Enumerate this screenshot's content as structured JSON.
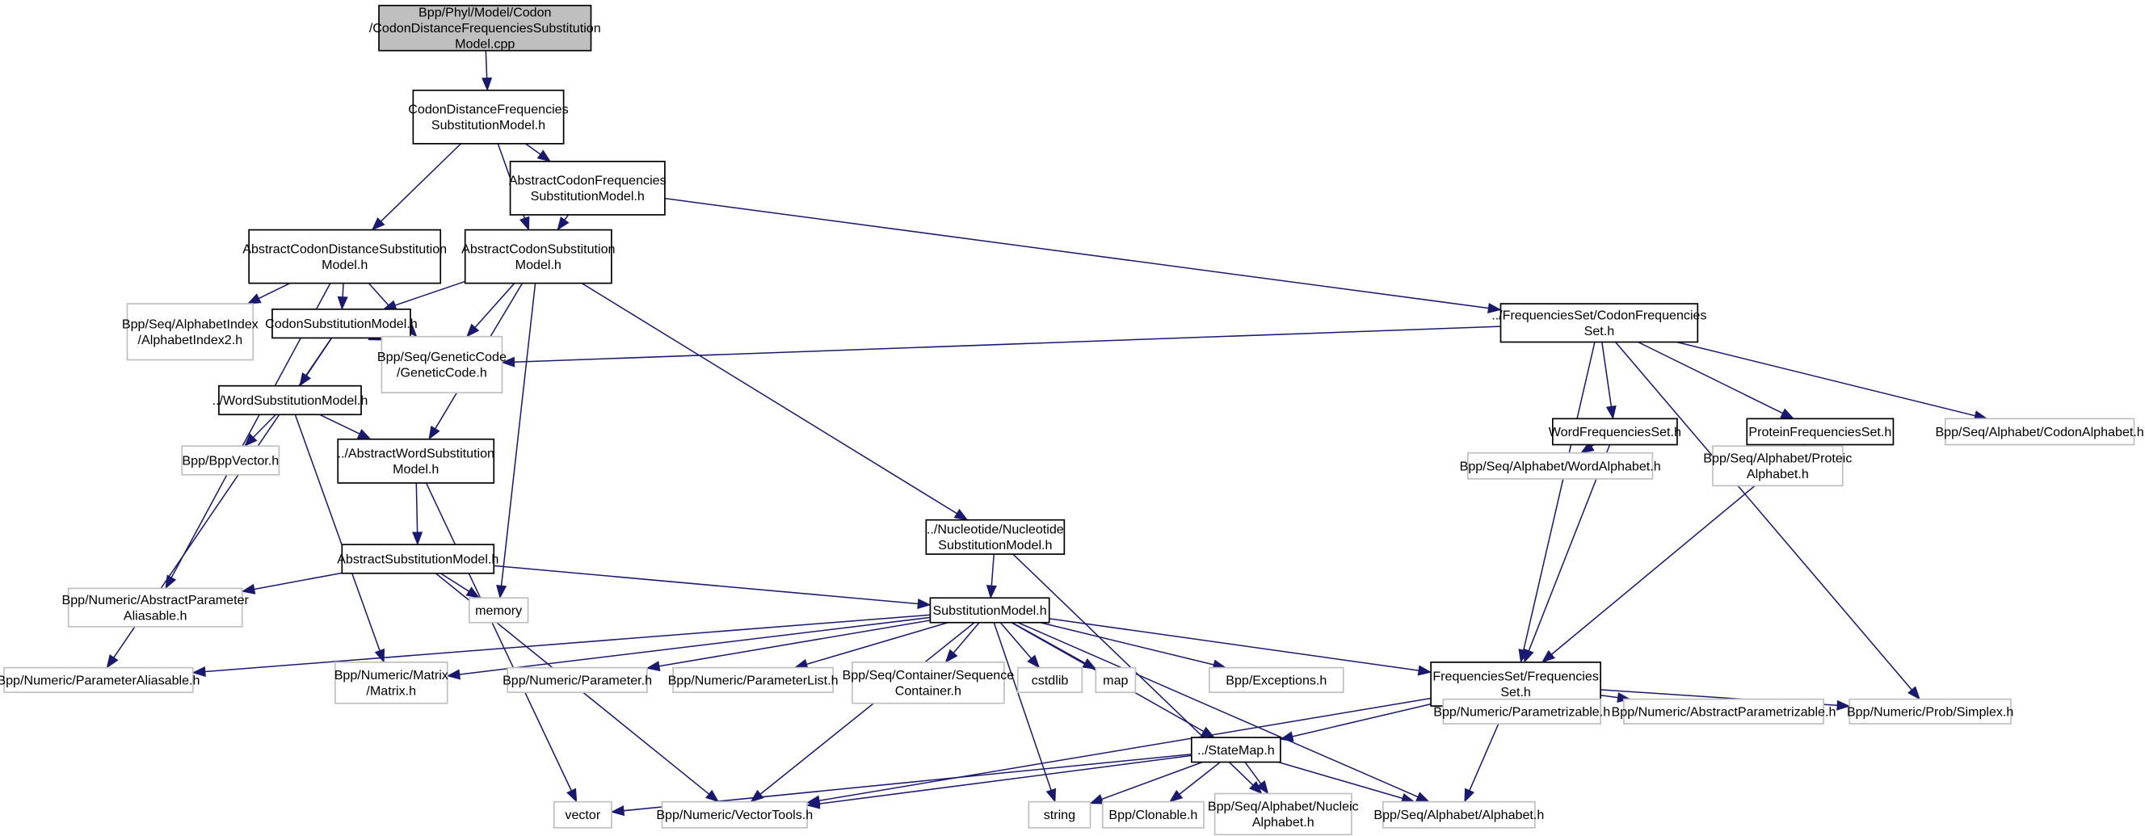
{
  "colors": {
    "edge": "#191970",
    "root_fill": "#bfbfbf",
    "external_border": "#bfbfbf",
    "documented_border": "#000000"
  },
  "nodes": [
    {
      "id": "root",
      "style": "root",
      "lines": [
        "Bpp/Phyl/Model/Codon",
        "/CodonDistanceFrequenciesSubstitution",
        "Model.cpp"
      ]
    },
    {
      "id": "cdfsm",
      "style": "doc",
      "lines": [
        "CodonDistanceFrequencies",
        "SubstitutionModel.h"
      ]
    },
    {
      "id": "acfsm",
      "style": "doc",
      "lines": [
        "AbstractCodonFrequencies",
        "SubstitutionModel.h"
      ]
    },
    {
      "id": "acdsm",
      "style": "doc",
      "lines": [
        "AbstractCodonDistanceSubstitution",
        "Model.h"
      ]
    },
    {
      "id": "acsm",
      "style": "doc",
      "lines": [
        "AbstractCodonSubstitution",
        "Model.h"
      ]
    },
    {
      "id": "alphaidx",
      "style": "external",
      "lines": [
        "Bpp/Seq/AlphabetIndex",
        "/AlphabetIndex2.h"
      ]
    },
    {
      "id": "csm",
      "style": "doc",
      "lines": [
        "CodonSubstitutionModel.h"
      ]
    },
    {
      "id": "gencode",
      "style": "external",
      "lines": [
        "Bpp/Seq/GeneticCode",
        "/GeneticCode.h"
      ]
    },
    {
      "id": "wsm",
      "style": "doc",
      "lines": [
        "../WordSubstitutionModel.h"
      ]
    },
    {
      "id": "bppvector",
      "style": "external",
      "lines": [
        "Bpp/BppVector.h"
      ]
    },
    {
      "id": "awsm",
      "style": "doc",
      "lines": [
        "../AbstractWordSubstitution",
        "Model.h"
      ]
    },
    {
      "id": "asm",
      "style": "doc",
      "lines": [
        "AbstractSubstitutionModel.h"
      ]
    },
    {
      "id": "apa",
      "style": "external",
      "lines": [
        "Bpp/Numeric/AbstractParameter",
        "Aliasable.h"
      ]
    },
    {
      "id": "memory",
      "style": "external",
      "lines": [
        "memory"
      ]
    },
    {
      "id": "nucsm",
      "style": "doc",
      "lines": [
        "../Nucleotide/Nucleotide",
        "SubstitutionModel.h"
      ]
    },
    {
      "id": "sm",
      "style": "doc",
      "lines": [
        "SubstitutionModel.h"
      ]
    },
    {
      "id": "pa",
      "style": "external",
      "lines": [
        "Bpp/Numeric/ParameterAliasable.h"
      ]
    },
    {
      "id": "matrix",
      "style": "external",
      "lines": [
        "Bpp/Numeric/Matrix",
        "/Matrix.h"
      ]
    },
    {
      "id": "parameter",
      "style": "external",
      "lines": [
        "Bpp/Numeric/Parameter.h"
      ]
    },
    {
      "id": "paramlist",
      "style": "external",
      "lines": [
        "Bpp/Numeric/ParameterList.h"
      ]
    },
    {
      "id": "seqcont",
      "style": "external",
      "lines": [
        "Bpp/Seq/Container/Sequence",
        "Container.h"
      ]
    },
    {
      "id": "cstdlib",
      "style": "external",
      "lines": [
        "cstdlib"
      ]
    },
    {
      "id": "map",
      "style": "external",
      "lines": [
        "map"
      ]
    },
    {
      "id": "exceptions",
      "style": "external",
      "lines": [
        "Bpp/Exceptions.h"
      ]
    },
    {
      "id": "freqset",
      "style": "doc",
      "lines": [
        "FrequenciesSet/Frequencies",
        "Set.h"
      ]
    },
    {
      "id": "codonfreq",
      "style": "doc",
      "lines": [
        "../FrequenciesSet/CodonFrequencies",
        "Set.h"
      ]
    },
    {
      "id": "wordfreq",
      "style": "doc",
      "lines": [
        "WordFrequenciesSet.h"
      ]
    },
    {
      "id": "protfreq",
      "style": "doc",
      "lines": [
        "ProteinFrequenciesSet.h"
      ]
    },
    {
      "id": "codonalpha",
      "style": "external",
      "lines": [
        "Bpp/Seq/Alphabet/CodonAlphabet.h"
      ]
    },
    {
      "id": "wordalpha",
      "style": "external",
      "lines": [
        "Bpp/Seq/Alphabet/WordAlphabet.h"
      ]
    },
    {
      "id": "protalpha",
      "style": "external",
      "lines": [
        "Bpp/Seq/Alphabet/Proteic",
        "Alphabet.h"
      ]
    },
    {
      "id": "statemap",
      "style": "doc",
      "lines": [
        "../StateMap.h"
      ]
    },
    {
      "id": "parametrizable",
      "style": "external",
      "lines": [
        "Bpp/Numeric/Parametrizable.h"
      ]
    },
    {
      "id": "absparametrizable",
      "style": "external",
      "lines": [
        "Bpp/Numeric/AbstractParametrizable.h"
      ]
    },
    {
      "id": "simplex",
      "style": "external",
      "lines": [
        "Bpp/Numeric/Prob/Simplex.h"
      ]
    },
    {
      "id": "vector",
      "style": "external",
      "lines": [
        "vector"
      ]
    },
    {
      "id": "vectortools",
      "style": "external",
      "lines": [
        "Bpp/Numeric/VectorTools.h"
      ]
    },
    {
      "id": "string",
      "style": "external",
      "lines": [
        "string"
      ]
    },
    {
      "id": "clonable",
      "style": "external",
      "lines": [
        "Bpp/Clonable.h"
      ]
    },
    {
      "id": "nucalpha",
      "style": "external",
      "lines": [
        "Bpp/Seq/Alphabet/Nucleic",
        "Alphabet.h"
      ]
    },
    {
      "id": "alphabet",
      "style": "external",
      "lines": [
        "Bpp/Seq/Alphabet/Alphabet.h"
      ]
    }
  ],
  "edges": [
    [
      "root",
      "cdfsm"
    ],
    [
      "cdfsm",
      "acdsm"
    ],
    [
      "cdfsm",
      "acsm"
    ],
    [
      "cdfsm",
      "acfsm"
    ],
    [
      "acfsm",
      "acsm"
    ],
    [
      "acfsm",
      "codonfreq"
    ],
    [
      "acdsm",
      "alphaidx"
    ],
    [
      "acdsm",
      "csm"
    ],
    [
      "acdsm",
      "gencode"
    ],
    [
      "acdsm",
      "apa"
    ],
    [
      "acsm",
      "csm"
    ],
    [
      "acsm",
      "gencode"
    ],
    [
      "acsm",
      "awsm"
    ],
    [
      "acsm",
      "memory"
    ],
    [
      "acsm",
      "nucsm"
    ],
    [
      "csm",
      "wsm"
    ],
    [
      "csm",
      "gencode"
    ],
    [
      "csm",
      "pa"
    ],
    [
      "wsm",
      "bppvector"
    ],
    [
      "wsm",
      "awsm"
    ],
    [
      "wsm",
      "matrix"
    ],
    [
      "awsm",
      "asm"
    ],
    [
      "awsm",
      "vector"
    ],
    [
      "asm",
      "apa"
    ],
    [
      "asm",
      "vectortools"
    ],
    [
      "asm",
      "memory"
    ],
    [
      "asm",
      "sm"
    ],
    [
      "nucsm",
      "sm"
    ],
    [
      "nucsm",
      "nucalpha"
    ],
    [
      "sm",
      "pa"
    ],
    [
      "sm",
      "matrix"
    ],
    [
      "sm",
      "parameter"
    ],
    [
      "sm",
      "paramlist"
    ],
    [
      "sm",
      "seqcont"
    ],
    [
      "sm",
      "cstdlib"
    ],
    [
      "sm",
      "map"
    ],
    [
      "sm",
      "exceptions"
    ],
    [
      "sm",
      "freqset"
    ],
    [
      "sm",
      "statemap"
    ],
    [
      "sm",
      "string"
    ],
    [
      "sm",
      "vectortools"
    ],
    [
      "sm",
      "alphabet"
    ],
    [
      "codonfreq",
      "gencode"
    ],
    [
      "codonfreq",
      "wordfreq"
    ],
    [
      "codonfreq",
      "protfreq"
    ],
    [
      "codonfreq",
      "codonalpha"
    ],
    [
      "codonfreq",
      "freqset"
    ],
    [
      "codonfreq",
      "simplex"
    ],
    [
      "wordfreq",
      "wordalpha"
    ],
    [
      "wordfreq",
      "freqset"
    ],
    [
      "protfreq",
      "protalpha"
    ],
    [
      "protfreq",
      "freqset"
    ],
    [
      "freqset",
      "statemap"
    ],
    [
      "freqset",
      "parametrizable"
    ],
    [
      "freqset",
      "absparametrizable"
    ],
    [
      "freqset",
      "simplex"
    ],
    [
      "freqset",
      "alphabet"
    ],
    [
      "freqset",
      "vectortools"
    ],
    [
      "statemap",
      "vector"
    ],
    [
      "statemap",
      "vectortools"
    ],
    [
      "statemap",
      "string"
    ],
    [
      "statemap",
      "clonable"
    ],
    [
      "statemap",
      "nucalpha"
    ],
    [
      "statemap",
      "alphabet"
    ]
  ]
}
